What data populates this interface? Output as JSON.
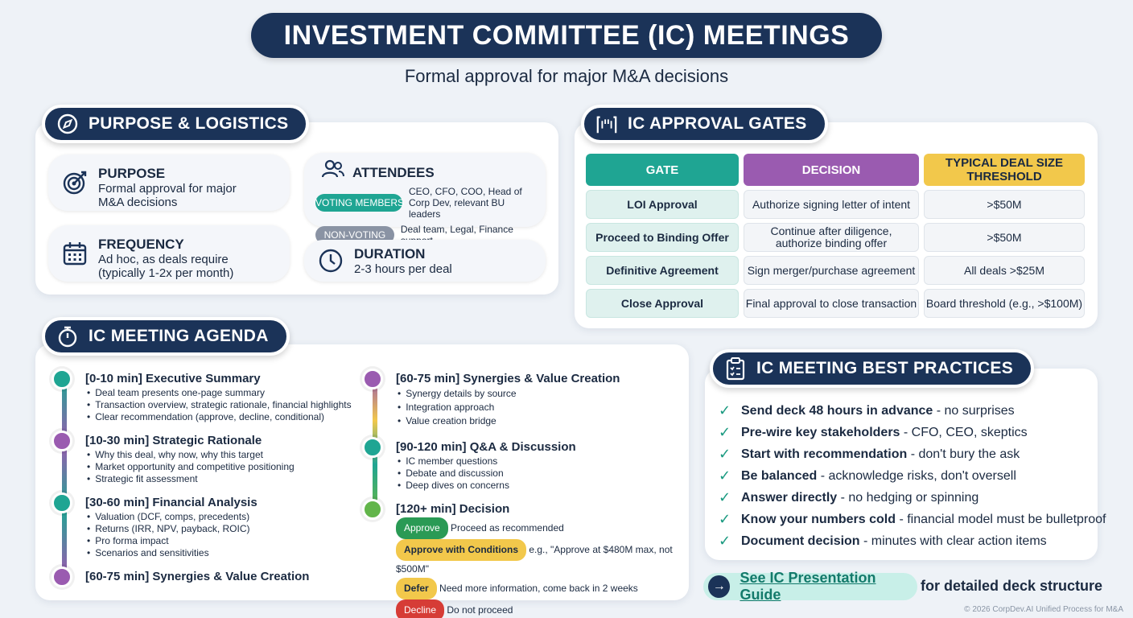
{
  "header": {
    "title": "INVESTMENT COMMITTEE (IC) MEETINGS",
    "subtitle": "Formal approval for major M&A decisions"
  },
  "purpose_logistics": {
    "title": "PURPOSE & LOGISTICS",
    "purpose": {
      "label": "PURPOSE",
      "text": "Formal approval for major M&A decisions"
    },
    "frequency": {
      "label": "FREQUENCY",
      "text": "Ad hoc, as deals require (typically 1-2x per month)"
    },
    "attendees": {
      "label": "ATTENDEES",
      "voting_badge": "VOTING MEMBERS",
      "voting_text": "CEO, CFO, COO, Head of Corp Dev, relevant BU leaders",
      "nonvoting_badge": "NON-VOTING",
      "nonvoting_text": "Deal team, Legal, Finance support"
    },
    "duration": {
      "label": "DURATION",
      "text": "2-3 hours per deal"
    }
  },
  "gates": {
    "title": "IC APPROVAL GATES",
    "headers": [
      "GATE",
      "DECISION",
      "TYPICAL DEAL SIZE THRESHOLD"
    ],
    "rows": [
      [
        "LOI Approval",
        "Authorize signing letter of intent",
        ">$50M"
      ],
      [
        "Proceed to Binding Offer",
        "Continue after diligence, authorize binding offer",
        ">$50M"
      ],
      [
        "Definitive Agreement",
        "Sign merger/purchase agreement",
        "All deals >$25M"
      ],
      [
        "Close Approval",
        "Final approval to close transaction",
        "Board threshold (e.g., >$100M)"
      ]
    ],
    "header_colors": [
      "#1fa593",
      "#9a5bb0",
      "#f2c84b"
    ]
  },
  "agenda": {
    "title": "IC MEETING AGENDA",
    "left": [
      {
        "heading": "[0-10 min] Executive Summary",
        "bullets": [
          "Deal team presents one-page summary",
          "Transaction overview, strategic rationale, financial highlights",
          "Clear recommendation (approve, decline, conditional)"
        ]
      },
      {
        "heading": "[10-30 min] Strategic Rationale",
        "bullets": [
          "Why this deal, why now, why this target",
          "Market opportunity and competitive positioning",
          "Strategic fit assessment"
        ]
      },
      {
        "heading": "[30-60 min] Financial Analysis",
        "bullets": [
          "Valuation (DCF, comps, precedents)",
          "Returns (IRR, NPV, payback, ROIC)",
          "Pro forma impact",
          "Scenarios and sensitivities"
        ]
      },
      {
        "heading": "[60-75 min] Synergies & Value Creation",
        "bullets": []
      }
    ],
    "right": [
      {
        "heading": "[60-75 min] Synergies & Value Creation",
        "bullets": [
          "Synergy details by source",
          "Integration approach",
          "Value creation bridge"
        ]
      },
      {
        "heading": "[90-120 min] Q&A & Discussion",
        "bullets": [
          "IC member questions",
          "Debate and discussion",
          "Deep dives on concerns"
        ]
      },
      {
        "heading": "[120+ min] Decision",
        "bullets": []
      }
    ],
    "decisions": [
      {
        "badge": "Approve",
        "text": "Proceed as recommended",
        "color": "#2a9a55"
      },
      {
        "badge": "Approve with Conditions",
        "text": "e.g., \"Approve at $480M max, not $500M\"",
        "color": "#f2c84b"
      },
      {
        "badge": "Defer",
        "text": "Need more information, come back in 2 weeks",
        "color": "#f2c84b"
      },
      {
        "badge": "Decline",
        "text": "Do not proceed",
        "color": "#d63c36"
      }
    ]
  },
  "best_practices": {
    "title": "IC MEETING BEST PRACTICES",
    "items": [
      {
        "bold": "Send deck 48 hours in advance",
        "rest": " - no surprises"
      },
      {
        "bold": "Pre-wire key stakeholders",
        "rest": " - CFO, CEO, skeptics"
      },
      {
        "bold": "Start with recommendation",
        "rest": " - don't bury the ask"
      },
      {
        "bold": "Be balanced",
        "rest": " - acknowledge risks, don't oversell"
      },
      {
        "bold": "Answer directly",
        "rest": " - no hedging or spinning"
      },
      {
        "bold": "Know your numbers cold",
        "rest": " - financial model must be bulletproof"
      },
      {
        "bold": "Document decision",
        "rest": " - minutes with clear action items"
      }
    ]
  },
  "footer": {
    "guide_label": "See IC Presentation Guide",
    "guide_suffix": "for detailed deck structure",
    "copyright": "© 2026 CorpDev.AI Unified Process for M&A"
  }
}
